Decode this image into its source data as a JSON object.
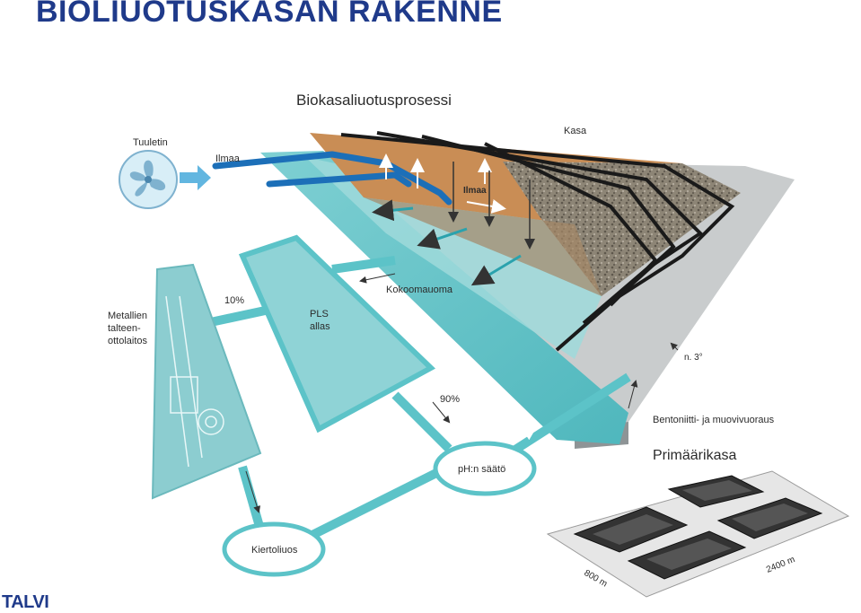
{
  "title": "BIOLIUOTUSKASAN RAKENNE",
  "logo_text": "TALVI",
  "diagram": {
    "heading": "Biokasaliuotusprosessi",
    "labels": {
      "fan": "Tuuletin",
      "air_inlet": "Ilmaa",
      "air_inside": "Ilmaa",
      "heap": "Kasa",
      "collection_channel": "Kokoomauoma",
      "pls_line1": "PLS",
      "pls_line2": "allas",
      "percent_10": "10%",
      "percent_90": "90%",
      "metals_line1": "Metallien",
      "metals_line2": "talteen-",
      "metals_line3": "ottolaitos",
      "ph": "pH:n säätö",
      "circulation": "Kiertoliuos",
      "slope": "n. 3°",
      "liner": "Bentoniitti- ja muovivuoraus",
      "primary_heap": "Primäärikasa",
      "dim_800": "800 m",
      "dim_2400": "2400 m"
    }
  },
  "colors": {
    "title": "#1f3a8a",
    "aqua": "#5cc3c8",
    "aqua_light": "#9fd9da",
    "pipe_blue": "#1c6fb8",
    "heap_gravel": "#8a8070",
    "heap_top": "#c98d55",
    "dark_pipe": "#1a1a1a"
  }
}
